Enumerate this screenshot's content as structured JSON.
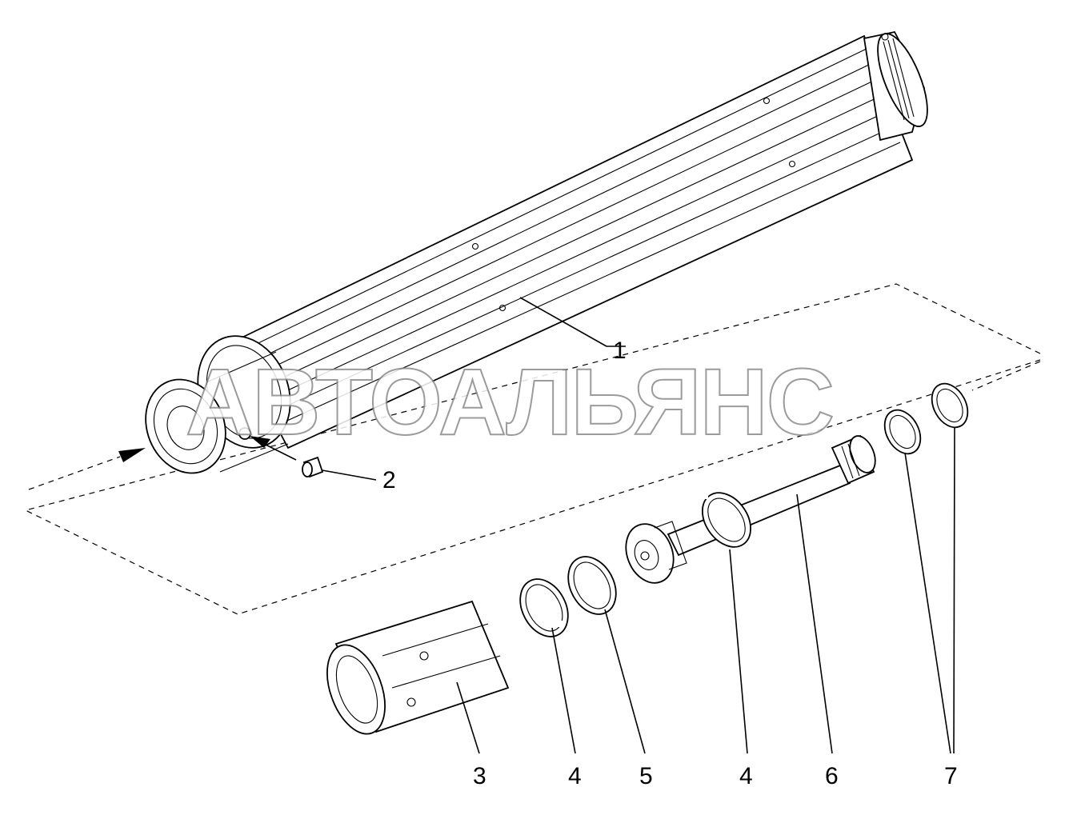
{
  "watermark": "АВТОАЛЬЯНС",
  "callouts": [
    {
      "id": "label-1",
      "text": "1"
    },
    {
      "id": "label-2",
      "text": "2"
    },
    {
      "id": "label-3",
      "text": "3"
    },
    {
      "id": "label-4a",
      "text": "4"
    },
    {
      "id": "label-5",
      "text": "5"
    },
    {
      "id": "label-4b",
      "text": "4"
    },
    {
      "id": "label-6",
      "text": "6"
    },
    {
      "id": "label-7",
      "text": "7"
    }
  ]
}
